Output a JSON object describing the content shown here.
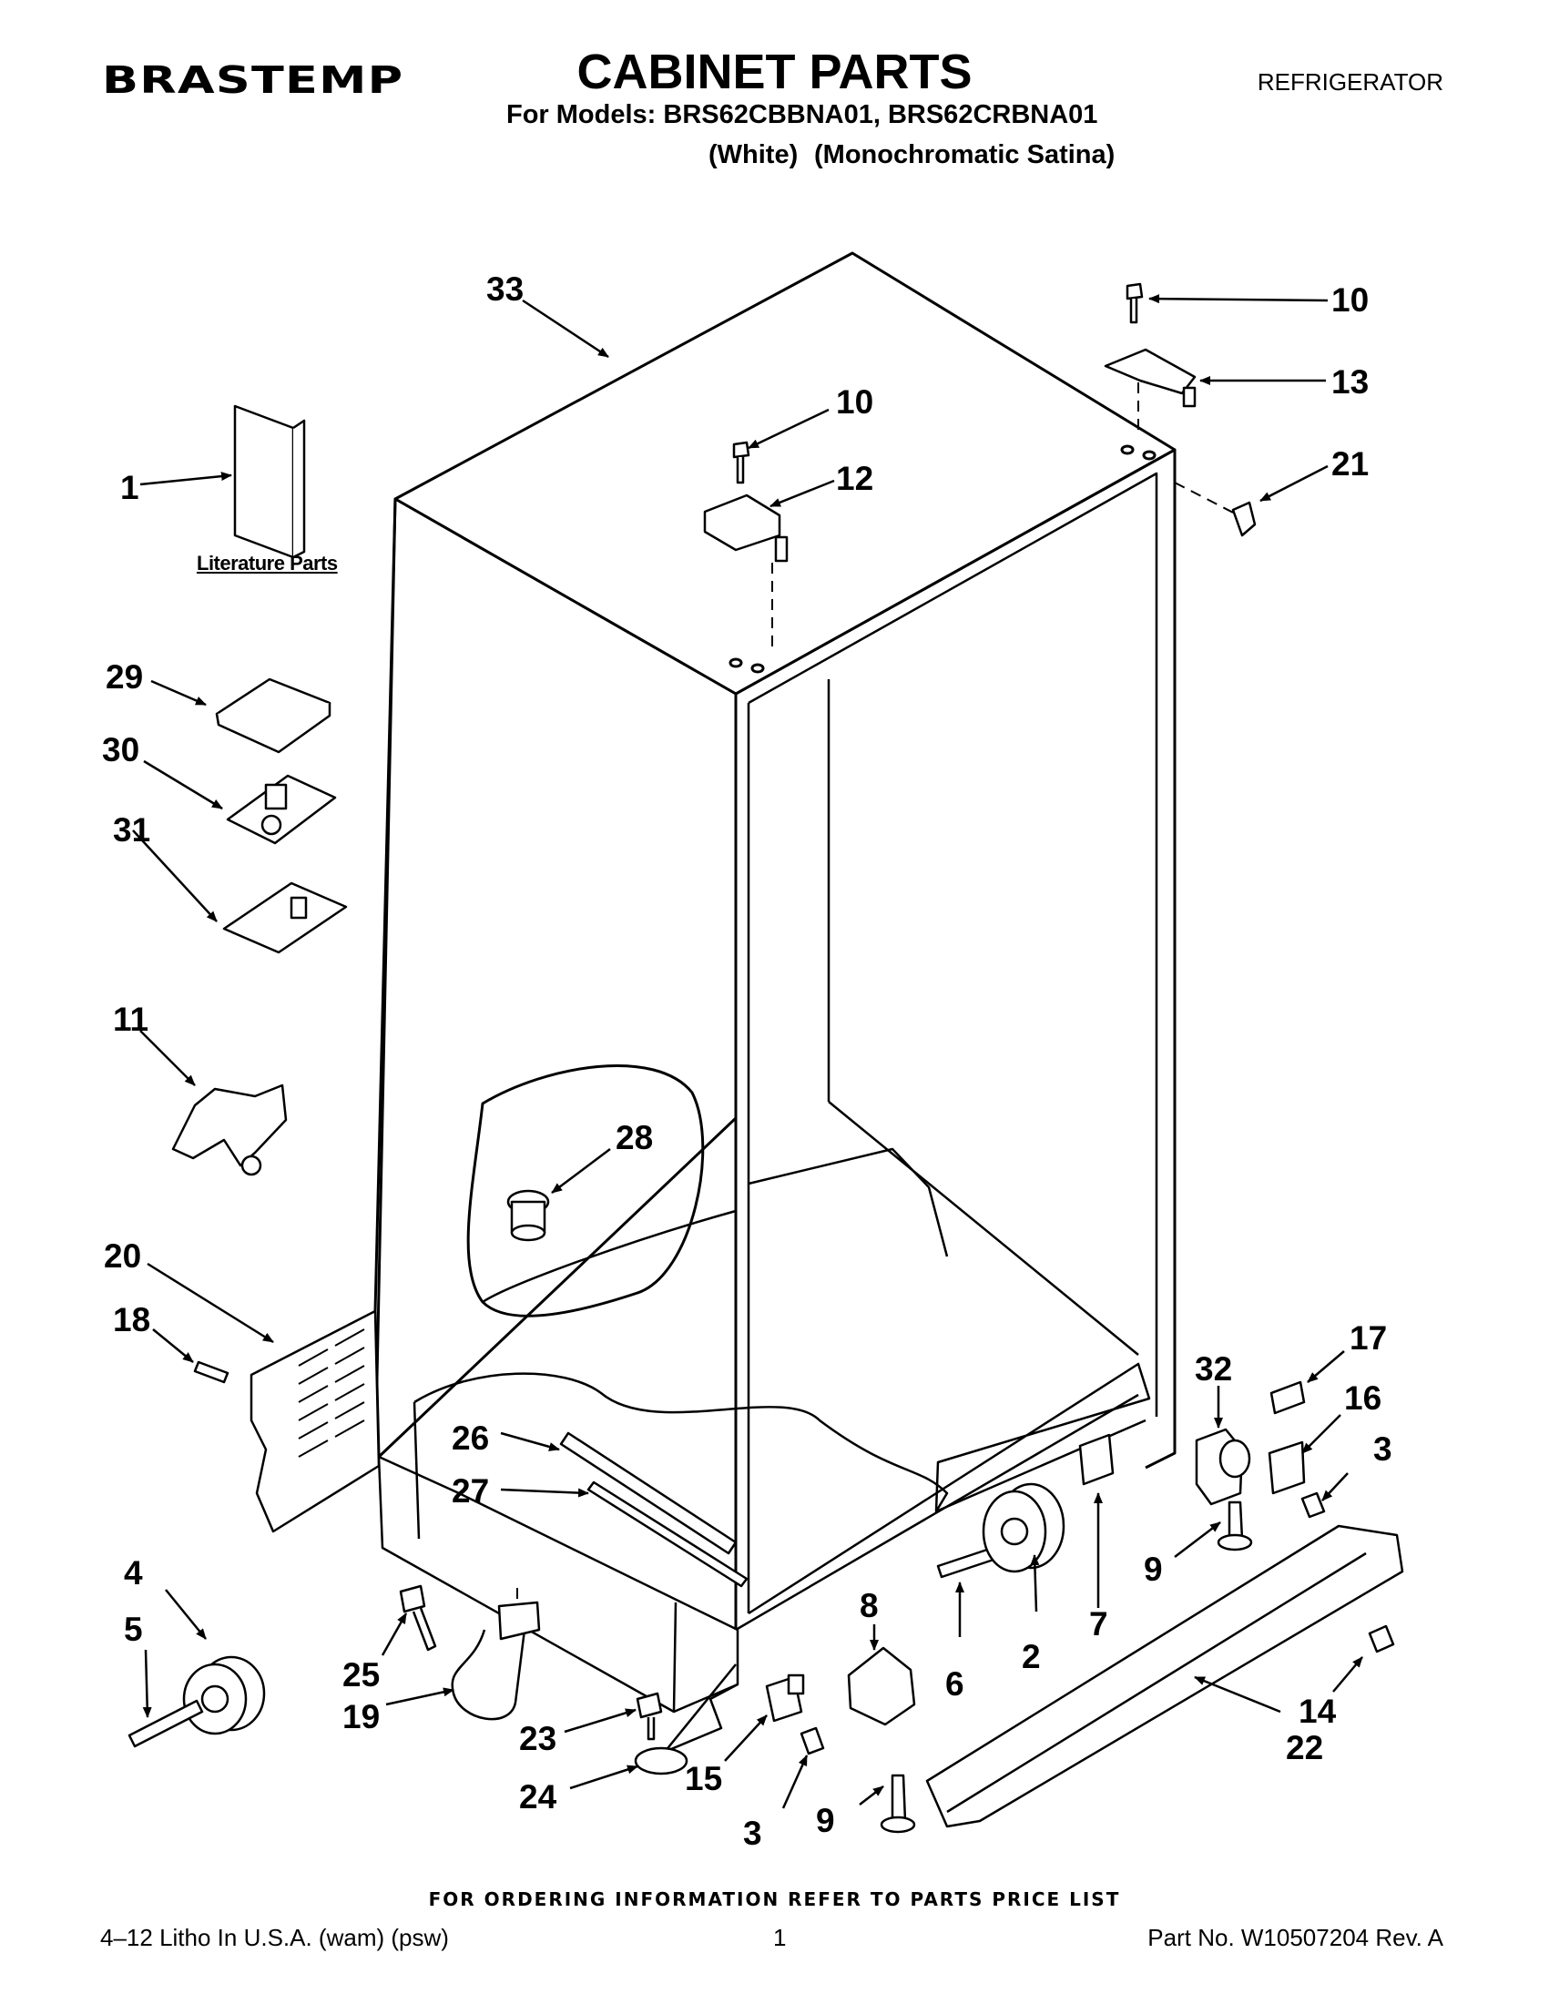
{
  "header": {
    "brand": "BRASTEMP",
    "title": "CABINET PARTS",
    "category": "REFRIGERATOR",
    "models_line": "For Models: BRS62CBBNA01, BRS62CRBNA01",
    "variant_1": "(White)",
    "variant_2": "(Monochromatic Satina)"
  },
  "diagram": {
    "literature_label": "Literature Parts",
    "callouts": [
      "33",
      "10",
      "13",
      "1",
      "10",
      "12",
      "21",
      "29",
      "30",
      "31",
      "11",
      "28",
      "20",
      "18",
      "32",
      "17",
      "16",
      "3",
      "26",
      "27",
      "4",
      "8",
      "9",
      "5",
      "6",
      "2",
      "7",
      "25",
      "19",
      "23",
      "24",
      "15",
      "3",
      "9",
      "14",
      "22"
    ]
  },
  "footer": {
    "ordering": "FOR ORDERING INFORMATION REFER TO PARTS PRICE LIST",
    "litho": "4–12 Litho In U.S.A. (wam) (psw)",
    "page": "1",
    "part_no": "Part No. W10507204 Rev. A"
  }
}
